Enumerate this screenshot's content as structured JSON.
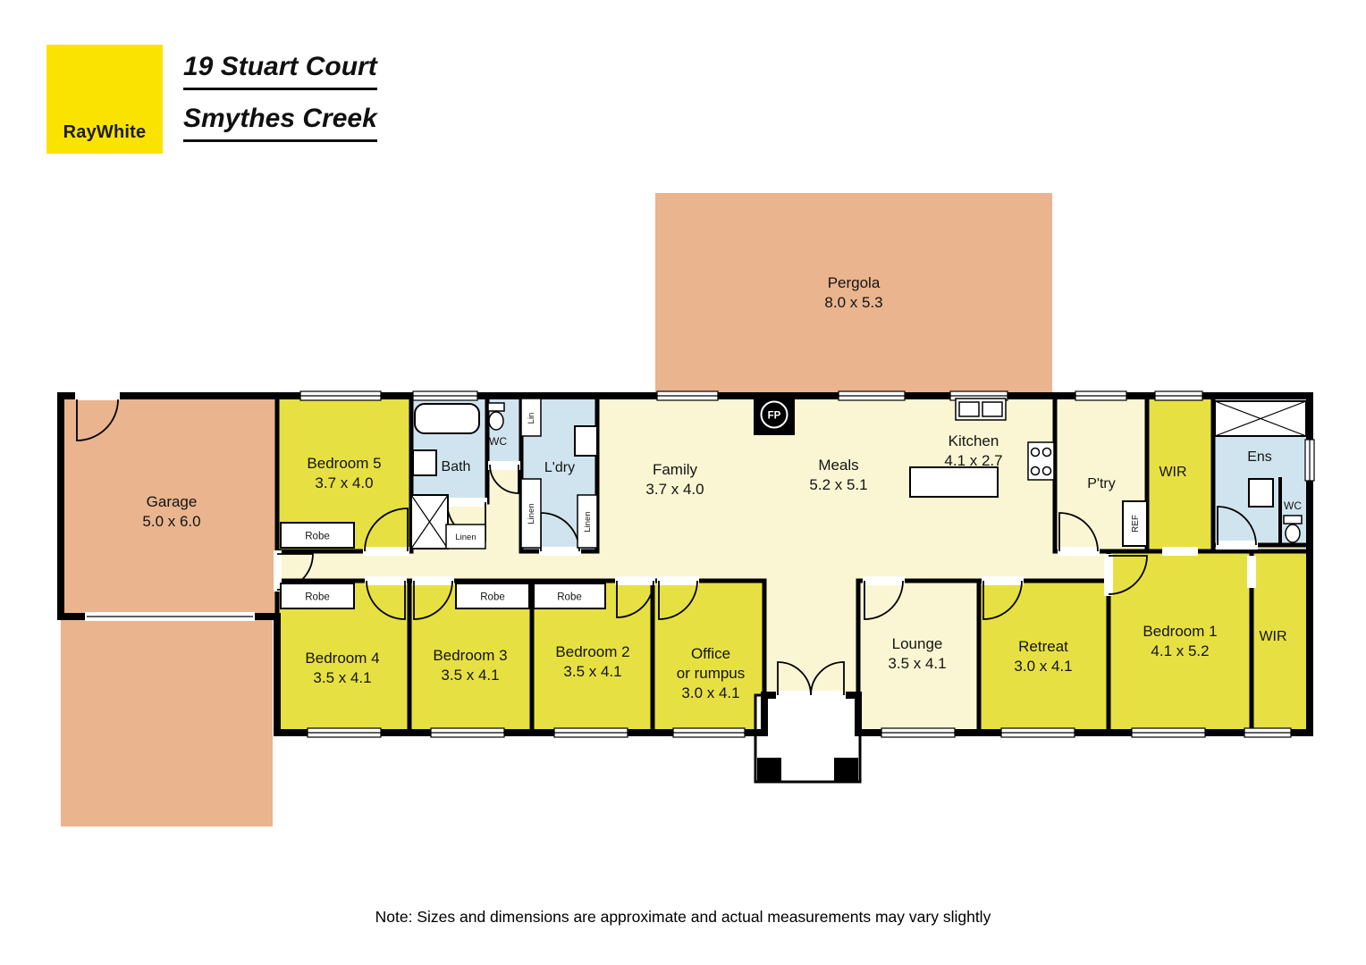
{
  "header": {
    "logo_text": "RayWhite",
    "address_line1": "19 Stuart Court",
    "address_line2": "Smythes Creek"
  },
  "footer": {
    "note": "Note: Sizes and dimensions are approximate and actual measurements may vary slightly"
  },
  "colors": {
    "brand_yellow": "#FBE300",
    "bedroom_yellow": "#E7E042",
    "living_cream": "#FAF6D3",
    "wet_blue": "#D0E4EF",
    "outdoor_salmon": "#E9B48E",
    "wall_black": "#000000"
  },
  "rooms": {
    "pergola": {
      "name": "Pergola",
      "dims": "8.0 x 5.3"
    },
    "garage": {
      "name": "Garage",
      "dims": "5.0 x 6.0"
    },
    "bedroom5": {
      "name": "Bedroom 5",
      "dims": "3.7 x 4.0"
    },
    "bath": {
      "name": "Bath"
    },
    "wc": {
      "name": "WC"
    },
    "laundry": {
      "name": "L'dry"
    },
    "family": {
      "name": "Family",
      "dims": "3.7 x 4.0"
    },
    "meals": {
      "name": "Meals",
      "dims": "5.2 x 5.1"
    },
    "kitchen": {
      "name": "Kitchen",
      "dims": "4.1 x 2.7"
    },
    "pantry": {
      "name": "P'try"
    },
    "wir_left": {
      "name": "WIR"
    },
    "ensuite": {
      "name": "Ens"
    },
    "ens_wc": {
      "name": "WC"
    },
    "bedroom4": {
      "name": "Bedroom 4",
      "dims": "3.5 x 4.1"
    },
    "bedroom3": {
      "name": "Bedroom 3",
      "dims": "3.5 x 4.1"
    },
    "bedroom2": {
      "name": "Bedroom 2",
      "dims": "3.5 x 4.1"
    },
    "office": {
      "name": "Office",
      "name2": "or rumpus",
      "dims": "3.0 x 4.1"
    },
    "lounge": {
      "name": "Lounge",
      "dims": "3.5 x 4.1"
    },
    "retreat": {
      "name": "Retreat",
      "dims": "3.0 x 4.1"
    },
    "bedroom1": {
      "name": "Bedroom 1",
      "dims": "4.1 x 5.2"
    },
    "wir_right": {
      "name": "WIR"
    }
  },
  "small_labels": {
    "robe": "Robe",
    "linen": "Linen",
    "lin": "Lin",
    "ref": "REF",
    "fp": "FP"
  }
}
